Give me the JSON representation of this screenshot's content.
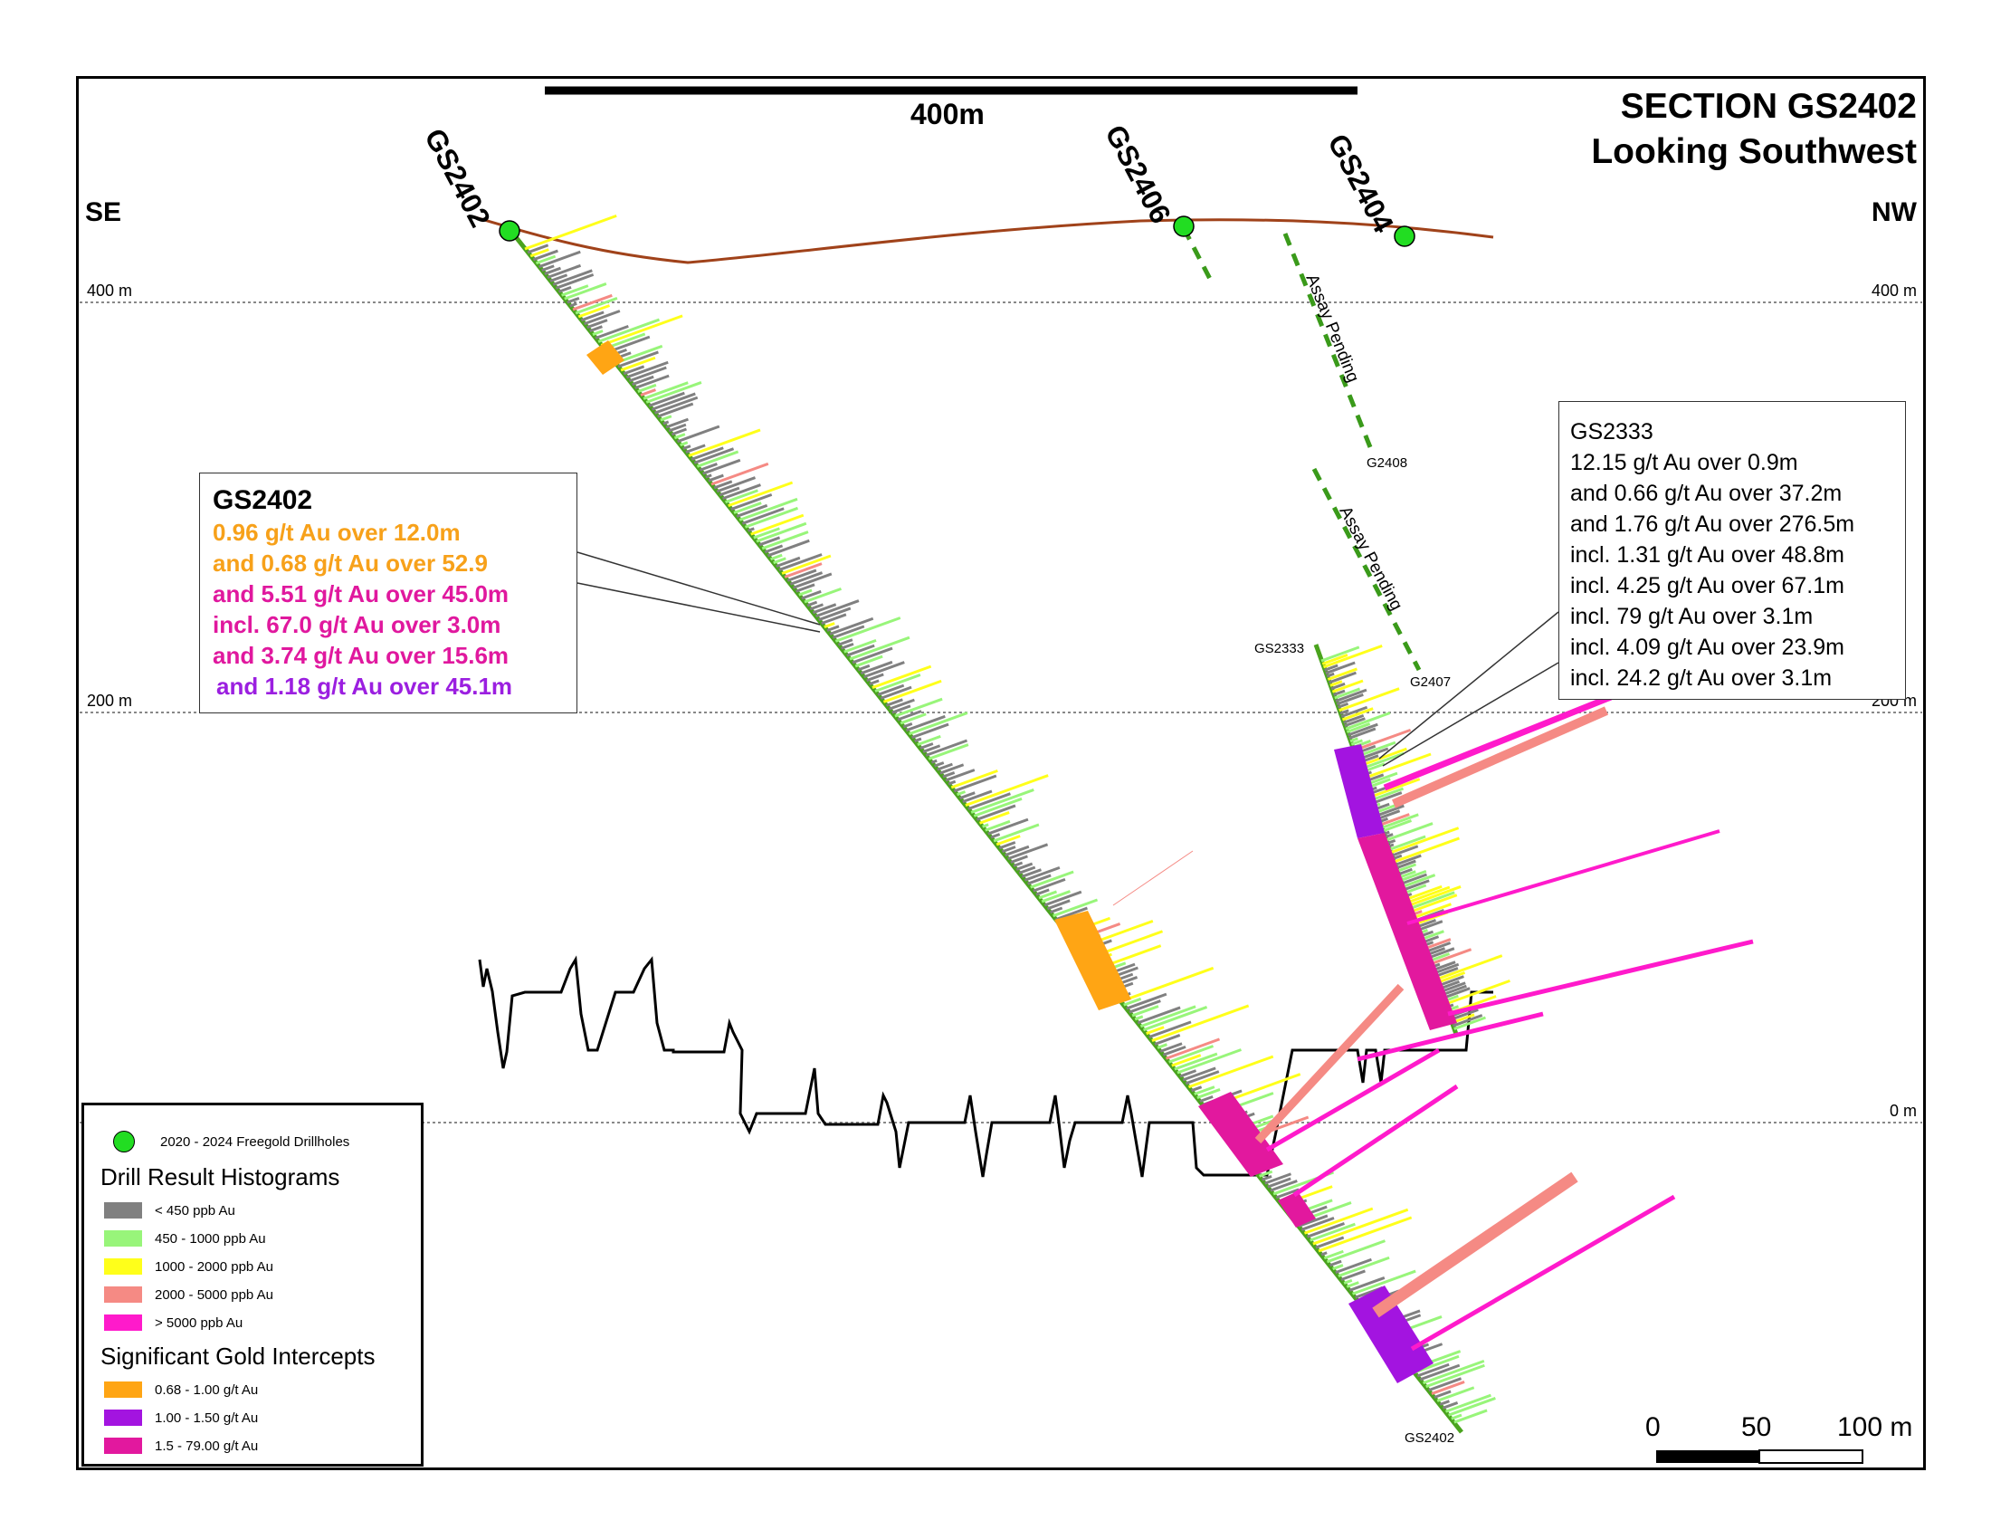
{
  "title": {
    "line1": "SECTION GS2402",
    "line2": "Looking Southwest"
  },
  "orientation": {
    "left": "SE",
    "right": "NW"
  },
  "top_scale_label": "400m",
  "elevations": {
    "e400": "400 m",
    "e200": "200 m",
    "e0": "0 m"
  },
  "holes": {
    "gs2402": "GS2402",
    "gs2406": "GS2406",
    "gs2404": "GS2404",
    "g2408": "G2408",
    "g2407": "G2407",
    "gs2333": "GS2333",
    "gs2402_bottom": "GS2402"
  },
  "assay_pending": "Assay Pending",
  "callout_gs2402": {
    "heading": "GS2402",
    "lines": [
      {
        "text": "0.96 g/t Au over 12.0m",
        "color": "#F7A11A"
      },
      {
        "text": "and 0.68 g/t Au over 52.9",
        "color": "#F7A11A"
      },
      {
        "text": "and 5.51 g/t Au over 45.0m",
        "color": "#E0189E"
      },
      {
        "text": "incl. 67.0 g/t Au over 3.0m",
        "color": "#E0189E"
      },
      {
        "text": "and 3.74 g/t Au over 15.6m",
        "color": "#E0189E"
      },
      {
        "text": "and 1.18 g/t Au over 45.1m",
        "color": "#9B1FE0"
      }
    ]
  },
  "callout_gs2333": {
    "lines": [
      "GS2333",
      "12.15 g/t Au over 0.9m",
      "and 0.66 g/t Au over 37.2m",
      "and 1.76 g/t Au over 276.5m",
      "incl. 1.31 g/t Au over 48.8m",
      "incl. 4.25 g/t Au over 67.1m",
      "incl. 79 g/t Au over 3.1m",
      "incl. 4.09 g/t Au over 23.9m",
      "incl. 24.2 g/t Au over 3.1m"
    ]
  },
  "legend": {
    "drillholes": "2020 - 2024 Freegold Drillholes",
    "histograms_heading": "Drill Result Histograms",
    "histograms": [
      {
        "label": "< 450 ppb Au",
        "color": "#808080"
      },
      {
        "label": "450 - 1000 ppb Au",
        "color": "#98F57A"
      },
      {
        "label": "1000 - 2000 ppb Au",
        "color": "#FFFF1A"
      },
      {
        "label": "2000 - 5000 ppb Au",
        "color": "#F58A84"
      },
      {
        "label": "> 5000 ppb Au",
        "color": "#FF1ACB"
      }
    ],
    "intercepts_heading": "Significant Gold Intercepts",
    "intercepts": [
      {
        "label": "0.68 - 1.00 g/t Au",
        "color": "#FFA514"
      },
      {
        "label": "1.00 - 1.50 g/t Au",
        "color": "#A314E0"
      },
      {
        "label": "1.5 - 79.00 g/t Au",
        "color": "#E2189E"
      }
    ]
  },
  "scale_bar": {
    "zero": "0",
    "mid": "50",
    "end": "100 m"
  },
  "colors": {
    "topography": "#A0421A",
    "trace": "#4AA31E",
    "collar": "#22DD22",
    "pending": "#3A9A1A"
  }
}
